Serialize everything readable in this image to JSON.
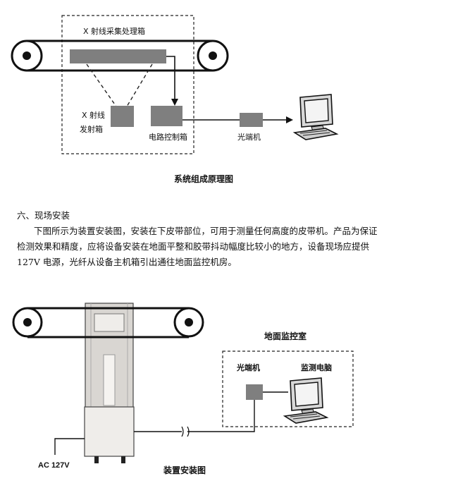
{
  "fig1": {
    "box_label": "X 射线采集处理箱",
    "emitter_label_line1": "X 射线",
    "emitter_label_line2": "发射箱",
    "control_label": "电路控制箱",
    "optical_label": "光端机",
    "caption": "系统组成原理图"
  },
  "section": {
    "heading": "六、现场安装",
    "paragraph_line1": "下图所示为装置安装图，安装在下皮带部位，可用于测量任何高度的皮带机。产品为保证",
    "paragraph_line2": "检测效果和精度，应将设备安装在地面平整和胶带抖动幅度比较小的地方，设备现场应提供",
    "paragraph_line3": "127V 电源，光纤从设备主机箱引出通往地面监控机房。"
  },
  "fig2": {
    "room_label": "地面监控室",
    "optical_label": "光端机",
    "pc_label": "监测电脑",
    "power_label": "AC 127V",
    "caption": "装置安装图"
  },
  "colors": {
    "gray_block": "#7f7f7f",
    "dark_gray": "#666666",
    "device_column": "#d9d6d2",
    "device_base": "#efedea"
  }
}
